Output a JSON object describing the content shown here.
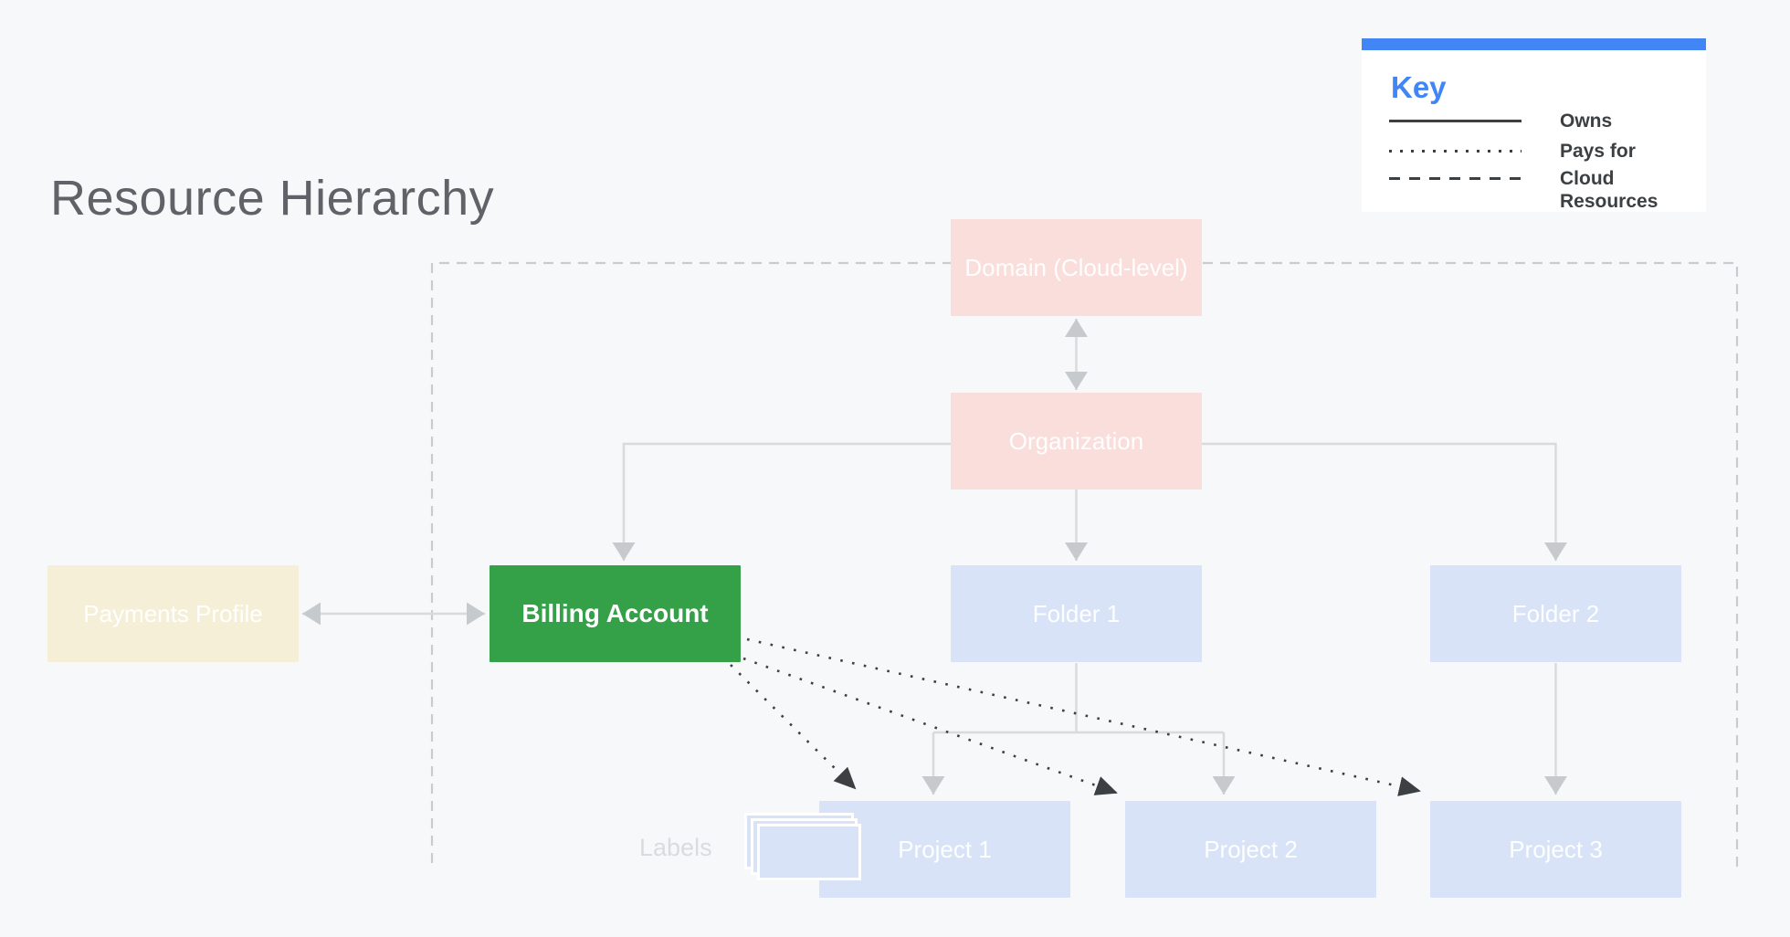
{
  "title": "Resource Hierarchy",
  "legend": {
    "heading": "Key",
    "items": [
      {
        "line_style": "solid",
        "label": "Owns"
      },
      {
        "line_style": "dotted",
        "label": "Pays for"
      },
      {
        "line_style": "dashed",
        "label": "Cloud Resources"
      }
    ]
  },
  "nodes": {
    "domain": {
      "label": "Domain (Cloud-level)",
      "color": "#F9DEDC"
    },
    "organization": {
      "label": "Organization",
      "color": "#F9DEDC"
    },
    "payments_profile": {
      "label": "Payments Profile",
      "color": "#F6EFD8"
    },
    "billing_account": {
      "label": "Billing Account",
      "color": "#34A047"
    },
    "folder_1": {
      "label": "Folder 1",
      "color": "#D8E3F8"
    },
    "folder_2": {
      "label": "Folder 2",
      "color": "#D8E3F8"
    },
    "project_1": {
      "label": "Project 1",
      "color": "#D8E3F8"
    },
    "project_2": {
      "label": "Project 2",
      "color": "#D8E3F8"
    },
    "project_3": {
      "label": "Project 3",
      "color": "#D8E3F8"
    }
  },
  "captions": {
    "labels": "Labels"
  },
  "colors": {
    "background": "#F7F8FA",
    "accent-blue": "#4285F4",
    "title-gray": "#5F6368",
    "line-gray": "#D8DADC",
    "arrow-gray": "#C7CACD",
    "dash-gray": "#C9CBCE",
    "dark": "#3C4043",
    "labels-gray": "#D9DBDE",
    "node-blue": "#D8E3F8",
    "white": "#FFFFFF"
  }
}
